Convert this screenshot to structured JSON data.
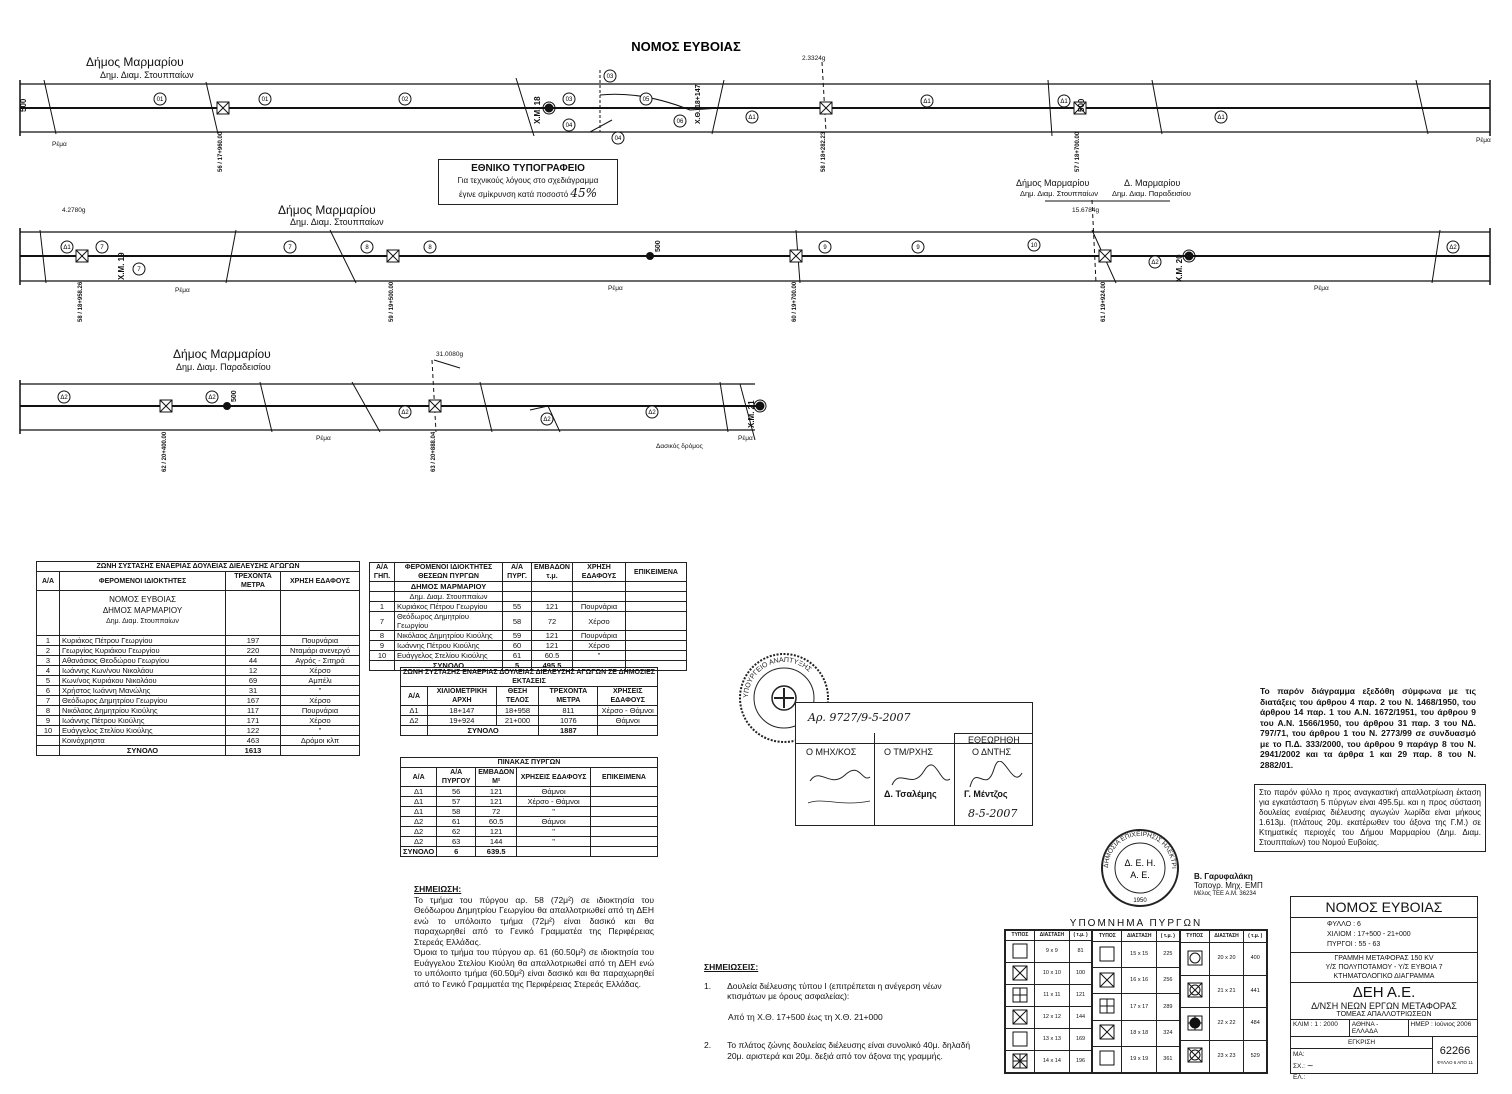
{
  "header": {
    "prefecture": "ΝΟΜΟΣ ΕΥΒΟΙΑΣ"
  },
  "strip1": {
    "municipality": "Δήμος Μαρμαρίου",
    "district": "Δημ. Διαμ. Στουππαίων",
    "rema_left": "Ρέμα",
    "rema_right": "Ρέμα",
    "angle": "2.3324g",
    "xm18": "Χ.Μ. 18",
    "xth": "Χ.Θ. 18+147",
    "start": "500",
    "parcels": [
      "01",
      "01",
      "02",
      "03",
      "03",
      "04",
      "04",
      "05",
      "06",
      "Δ1",
      "Δ1",
      "Δ1",
      "Δ1"
    ],
    "towers": [
      "56 / 17+960.00",
      "58 / 18+282.23",
      "57 / 18+700.00"
    ],
    "tower_mid": "500"
  },
  "typo_box": {
    "title": "ΕΘΝΙΚΟ ΤΥΠΟΓΡΑΦΕΙΟ",
    "line1": "Για τεχνικούς λόγους στο σχεδιάγραμμα",
    "line2": "έγινε σμίκρυνση κατά ποσοστό",
    "percent": "45%"
  },
  "strip2": {
    "municipality": "Δήμος Μαρμαρίου",
    "district": "Δημ. Διαμ. Στουππαίων",
    "angle_left": "4.2780g",
    "angle_right": "15.6784g",
    "muni_left": "Δήμος Μαρμαρίου",
    "muni_right": "Δ. Μαρμαρίου",
    "dist_left": "Δημ. Διαμ. Στουππαίων",
    "dist_right": "Δημ. Διαμ. Παραδεισίου",
    "xm19": "Χ.Μ. 19",
    "xm20": "Χ.Μ. 20",
    "mid": "500",
    "rema": [
      "Ρέμα",
      "Ρέμα",
      "Ρέμα"
    ],
    "parcels": [
      "Δ1",
      "7",
      "7",
      "7",
      "8",
      "8",
      "9",
      "9",
      "10",
      "Δ2",
      "Δ2"
    ],
    "towers": [
      "58 / 18+958.26",
      "59 / 19+500.00",
      "60 / 19+700.00",
      "61 / 19+924.00"
    ]
  },
  "strip3": {
    "municipality": "Δήμος Μαρμαρίου",
    "district": "Δημ. Διαμ. Παραδεισίου",
    "angle": "31.0080g",
    "mid": "500",
    "xm21": "Χ.Μ. 21",
    "rema": [
      "Ρέμα",
      "Ρέμα"
    ],
    "forest_road": "Δασικός δρόμος",
    "parcels": [
      "Δ2",
      "Δ2",
      "Δ2",
      "Δ2",
      "Δ2"
    ],
    "towers": [
      "62 / 20+400.00",
      "63 / 20+888.04"
    ]
  },
  "zone_table": {
    "title": "ΖΩΝΗ ΣΥΣΤΑΣΗΣ ΕΝΑΕΡΙΑΣ ΔΟΥΛΕΙΑΣ ΔΙΕΛΕΥΣΗΣ ΑΓΩΓΩΝ",
    "headers": [
      "Α/Α",
      "ΦΕΡΟΜΕΝΟΙ ΙΔΙΟΚΤΗΤΕΣ",
      "ΤΡΕΧΟΝΤΑ ΜΕΤΡΑ",
      "ΧΡΗΣΗ ΕΔΑΦΟΥΣ"
    ],
    "group1": "ΝΟΜΟΣ ΕΥΒΟΙΑΣ",
    "group2": "ΔΗΜΟΣ ΜΑΡΜΑΡΙΟΥ",
    "group3": "Δημ. Διαμ. Στουππαίων",
    "rows": [
      [
        "1",
        "Κυριάκος Πέτρου Γεωργίου",
        "197",
        "Πουρνάρια"
      ],
      [
        "2",
        "Γεωργίος Κυριάκου Γεωργίου",
        "220",
        "Νταμάρι ανενεργό"
      ],
      [
        "3",
        "Αθανάσιος Θεοδώρου Γεωργίου",
        "44",
        "Αγρός - Σιτηρά"
      ],
      [
        "4",
        "Ιωάννης Κων/νου Νικολάου",
        "12",
        "Χέρσο"
      ],
      [
        "5",
        "Κων/νος Κυριάκου Νικολάου",
        "69",
        "Αμπέλι"
      ],
      [
        "6",
        "Χρήστος Ιωάννη Μανώλης",
        "31",
        "\""
      ],
      [
        "7",
        "Θεόδωρος Δημητρίου Γεωργίου",
        "167",
        "Χέρσο"
      ],
      [
        "8",
        "Νικόλαος Δημητρίου Κιούλης",
        "117",
        "Πουρνάρια"
      ],
      [
        "9",
        "Ιωάννης Πέτρου Κιούλης",
        "171",
        "Χέρσο"
      ],
      [
        "10",
        "Ευάγγελος Στελίου Κιούλης",
        "122",
        "\""
      ],
      [
        "",
        "Κοινόχρηστα",
        "463",
        "Δρόμοι κλπ"
      ]
    ],
    "total_label": "ΣΥΝΟΛΟ",
    "total": "1613"
  },
  "owners_table": {
    "headers": [
      "Α/Α ΓΗΠ.",
      "ΦΕΡΟΜΕΝΟΙ ΙΔΙΟΚΤΗΤΕΣ ΘΕΣΕΩΝ ΠΥΡΓΩΝ",
      "Α/Α ΠΥΡΓ.",
      "ΕΜΒΑΔΟΝ τ.μ.",
      "ΧΡΗΣΗ ΕΔΑΦΟΥΣ",
      "ΕΠΙΚΕΙΜΕΝΑ"
    ],
    "group1": "ΔΗΜΟΣ ΜΑΡΜΑΡΙΟΥ",
    "group2": "Δημ. Διαμ. Στουππαίων",
    "rows": [
      [
        "1",
        "Κυριάκος Πέτρου Γεωργίου",
        "55",
        "121",
        "Πουρνάρια"
      ],
      [
        "7",
        "Θεόδωρος Δημητρίου Γεωργίου",
        "58",
        "72",
        "Χέρσο"
      ],
      [
        "8",
        "Νικόλαος Δημητρίου Κιούλης",
        "59",
        "121",
        "Πουρνάρια"
      ],
      [
        "9",
        "Ιωάννης Πέτρου Κιούλης",
        "60",
        "121",
        "Χέρσο"
      ],
      [
        "10",
        "Ευάγγελος Στελίου Κιούλης",
        "61",
        "60.5",
        "\""
      ]
    ],
    "total_label": "ΣΥΝΟΛΟ",
    "total_towers": "5",
    "total": "495.5"
  },
  "public_table": {
    "title": "ΖΩΝΗ ΣΥΣΤΑΣΗΣ ΕΝΑΕΡΙΑΣ ΔΟΥΛΕΙΑΣ ΔΙΕΛΕΥΣΗΣ ΑΓΩΓΩΝ ΣΕ ΔΗΜΟΣΙΕΣ ΕΚΤΑΣΕΙΣ",
    "headers": [
      "Α/Α",
      "ΧΙΛΙΟΜΕΤΡΙΚΗ ΑΡΧΗ",
      "ΘΕΣΗ ΤΕΛΟΣ",
      "ΤΡΕΧΟΝΤΑ ΜΕΤΡΑ",
      "ΧΡΗΣΕΙΣ ΕΔΑΦΟΥΣ"
    ],
    "rows": [
      [
        "Δ1",
        "18+147",
        "18+958",
        "811",
        "Χέρσο - Θάμνοι"
      ],
      [
        "Δ2",
        "19+924",
        "21+000",
        "1076",
        "Θάμνοι"
      ]
    ],
    "total_label": "ΣΥΝΟΛΟ",
    "total": "1887"
  },
  "towers_table": {
    "title": "ΠΙΝΑΚΑΣ ΠΥΡΓΩΝ",
    "headers": [
      "Α/Α",
      "Α/Α ΠΥΡΓΟΥ",
      "ΕΜΒΑΔΟΝ Μ²",
      "ΧΡΗΣΕΙΣ ΕΔΑΦΟΥΣ",
      "ΕΠΙΚΕΙΜΕΝΑ"
    ],
    "rows": [
      [
        "Δ1",
        "56",
        "121",
        "Θάμνοι"
      ],
      [
        "Δ1",
        "57",
        "121",
        "Χέρσο - Θάμνοι"
      ],
      [
        "Δ1",
        "58",
        "72",
        "\""
      ],
      [
        "Δ2",
        "61",
        "60.5",
        "Θάμνοι"
      ],
      [
        "Δ2",
        "62",
        "121",
        "\""
      ],
      [
        "Δ2",
        "63",
        "144",
        "\""
      ]
    ],
    "total_label": "ΣΥΝΟΛΟ",
    "total_towers": "6",
    "total": "639.5"
  },
  "notes1": {
    "title": "ΣΗΜΕΙΩΣΗ:",
    "p1": "Το τμήμα του πύργου αρ. 58 (72μ²) σε ιδιοκτησία του Θεόδωρου Δημητρίου Γεωργίου θα απαλλοτριωθεί από τη ΔΕΗ ενώ το υπόλοιπο τμήμα (72μ²) είναι δασικό και θα παραχωρηθεί από το Γενικό Γραμματέα της Περιφέρειας Στερεάς Ελλάδας.",
    "p2": "Όμοια το τμήμα του πύργου αρ. 61 (60.50μ²) σε ιδιοκτησία του Ευάγγελου Στελίου Κιούλη θα απαλλοτριωθεί από τη ΔΕΗ ενώ το υπόλοιπο τμήμα (60.50μ²) είναι δασικό και θα παραχωρηθεί από το Γενικό Γραμματέα της Περιφέρειας Στερεάς Ελλάδας."
  },
  "notes2": {
    "title": "ΣΗΜΕΙΩΣΕΙΣ:",
    "n1_num": "1.",
    "n1": "Δουλεία διέλευσης τύπου Ι (επιτρέπεται η ανέγερση νέων κτισμάτων με όρους ασφαλείας):",
    "n1b": "Από τη Χ.Θ. 17+500 έως τη Χ.Θ. 21+000",
    "n2_num": "2.",
    "n2": "Το πλάτος ζώνης δουλείας διέλευσης είναι συνολικό 40μ. δηλαδή 20μ. αριστερά και 20μ. δεξιά από τον άξονα της γραμμής."
  },
  "stamp": {
    "ref": "Αρ. 9727/9-5-2007",
    "col1": "Ο ΜΗΧ/ΚΟΣ",
    "col2": "Ο ΤΜ/ΡΧΗΣ",
    "col3": "ΕΘΕΩΡΗΘΗ",
    "col3b": "Ο ΔΝΤΗΣ",
    "name2": "Δ. Τσαλέμης",
    "name3": "Γ. Μέντζος",
    "date": "8-5-2007",
    "seal_text": "ΥΠΟΥΡΓΕΙΟ ΑΝΑΠΤΥΞΗΣ"
  },
  "right_note1": "Το παρόν διάγραμμα εξεδόθη σύμφωνα με τις διατάξεις του άρθρου 4 παρ. 2 του Ν. 1468/1950, του άρθρου 14 παρ. 1 του Α.Ν. 1672/1951, του άρθρου 9 του Α.Ν. 1566/1950, του άρθρου 31 παρ. 3 του ΝΔ. 797/71, του άρθρου 1 του Ν. 2773/99 σε συνδυασμό με το Π.Δ. 333/2000, του άρθρου 9 παράγρ 8 του Ν. 2941/2002 και τα άρθρα 1 και 29 παρ. 8 του Ν. 2882/01.",
  "right_note2": "Στο παρόν φύλλο η προς αναγκαστική απαλλοτρίωση έκταση για εγκατάσταση 5 πύργων είναι 495.5μ. και η προς σύσταση δουλείας εναέριας διέλευσης αγωγών λωρίδα είναι μήκους 1.613μ. (πλάτους 20μ. εκατέρωθεν του άξονα της Γ.Μ.) σε Κτηματικές περιοχές του Δήμου Μαρμαρίου (Δημ. Διαμ. Στουππαίων) του Νομού Ευβοίας.",
  "dei_seal": {
    "line1": "Δ. Ε. Η.",
    "line2": "Α. Ε.",
    "ring": "ΔΗΜΟΣΙΑ ΕΠΙΧΕΙΡΗΣΙΣ ΗΛΕΚΤΡΙΣΜΟΥ",
    "year": "1950"
  },
  "engineer": {
    "name": "Β. Γαρυφαλάκη",
    "title": "Τοπογρ. Μηχ. ΕΜΠ",
    "member": "Μέλος ΤΕΕ Α.Μ. 36234"
  },
  "legend": {
    "title": "ΥΠΟΜΝΗΜΑ ΠΥΡΓΩΝ",
    "headers": [
      "ΤΥΠΟΣ",
      "ΔΙΑΣΤΑΣΗ",
      "( τ.μ. )"
    ],
    "cols": [
      [
        [
          "9 x 9",
          "81"
        ],
        [
          "10 x 10",
          "100"
        ],
        [
          "11 x 11",
          "121"
        ],
        [
          "12 x 12",
          "144"
        ],
        [
          "13 x 13",
          "169"
        ],
        [
          "14 x 14",
          "196"
        ]
      ],
      [
        [
          "15 x 15",
          "225"
        ],
        [
          "16 x 16",
          "256"
        ],
        [
          "17 x 17",
          "289"
        ],
        [
          "18 x 18",
          "324"
        ],
        [
          "19 x 19",
          "361"
        ]
      ],
      [
        [
          "20 x 20",
          "400"
        ],
        [
          "21 x 21",
          "441"
        ],
        [
          "22 x 22",
          "484"
        ],
        [
          "23 x 23",
          "529"
        ]
      ]
    ]
  },
  "title_block": {
    "prefecture": "ΝΟΜΟΣ ΕΥΒΟΙΑΣ",
    "sheet": "ΦΥΛΛΟ : 6",
    "chainage": "ΧΙΛΙΟΜ : 17+500 - 21+000",
    "towers": "ΠΥΡΓΟΙ : 55 - 63",
    "line": "ΓΡΑΜΜΗ ΜΕΤΑΦΟΡΑΣ 150 KV",
    "route": "Υ/Σ ΠΟΛΥΠΟΤΑΜΟΥ - Υ/Σ ΕΥΒΟΙΑ 7",
    "kind": "ΚΤΗΜΑΤΟΛΟΓΙΚΟ ΔΙΑΓΡΑΜΜΑ",
    "company": "ΔΕΗ Α.Ε.",
    "division": "Δ/ΝΣΗ ΝΕΩΝ ΕΡΓΩΝ ΜΕΤΑΦΟΡΑΣ",
    "section": "ΤΟΜΕΑΣ ΑΠΑΛΛΟΤΡΙΩΣΕΩΝ",
    "scale": "ΚΛΙΜ : 1 : 2000",
    "place": "ΑΘΗΝΑ - ΕΛΛΑΔΑ",
    "date": "ΗΜΕΡ : Ιούνιος 2006",
    "approval": "ΕΓΚΡΙΣΗ",
    "ma": "ΜΑ:",
    "sx": "ΣΧ.:",
    "el": "ΕΛ.:",
    "number": "62266",
    "sheet_of": "ΦΥΛΛΟ 6 ΑΠΟ 11"
  }
}
